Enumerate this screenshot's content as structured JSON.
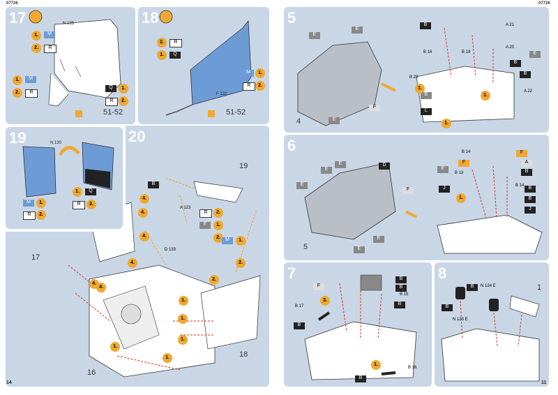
{
  "header": {
    "left_code": "07726",
    "right_code": "07726"
  },
  "pages": {
    "left": "14",
    "right": "11"
  },
  "steps": {
    "s17": {
      "number": "17",
      "callouts": [
        "1.",
        "M",
        "2.",
        "R",
        "1.",
        "M",
        "2.",
        "R",
        "Q",
        "1.",
        "R",
        "2."
      ],
      "part": "N 135",
      "ref": "51-52"
    },
    "s18": {
      "number": "18",
      "callouts": [
        "2.",
        "R",
        "1.",
        "Q",
        "M",
        "1.",
        "R",
        "2."
      ],
      "part": "F 132",
      "ref": "51-52"
    },
    "s19": {
      "number": "19",
      "callouts": [
        "M",
        "1.",
        "R",
        "2.",
        "1.",
        "Q",
        "R",
        "2."
      ],
      "part": "N 130"
    },
    "s20": {
      "number": "20",
      "callouts": [
        "B",
        "4.",
        "4.",
        "4.",
        "4.",
        "4.",
        "4.",
        "R",
        "2.",
        "F",
        "1.",
        "2.",
        "M",
        "1.",
        "2.",
        "2.",
        "1.",
        "1.",
        "1.",
        "1.",
        "1."
      ],
      "parts": [
        "A 123",
        "D 133"
      ],
      "labels": [
        "19",
        "17",
        "16",
        "18"
      ]
    },
    "s5": {
      "number": "5",
      "callouts": [
        "E",
        "E",
        "E",
        "F",
        "E",
        "B",
        "B",
        "B",
        "E",
        "L",
        "1.",
        "1.",
        "1."
      ],
      "parts": [
        "A 21",
        "A 20",
        "B 18",
        "B 19",
        "B 20",
        "A 22"
      ],
      "labels": [
        "4"
      ]
    },
    "s6": {
      "number": "6",
      "callouts": [
        "E",
        "E",
        "E",
        "D",
        "F",
        "E",
        "E",
        "F",
        "F",
        "A",
        "B",
        "E",
        "J",
        "B",
        "1.",
        "B",
        "J"
      ],
      "parts": [
        "B 14",
        "B 13",
        "B 14"
      ],
      "labels": [
        "5"
      ]
    },
    "s7": {
      "number": "7",
      "callouts": [
        "B",
        "F",
        "B",
        "3.",
        "B",
        "B",
        "1.",
        "B"
      ],
      "parts": [
        "B 17",
        "B 15",
        "B 16"
      ]
    },
    "s8": {
      "number": "8",
      "callouts": [
        "B",
        "B"
      ],
      "parts": [
        "N 124 E",
        "N 123 E"
      ],
      "labels": [
        "1"
      ]
    }
  },
  "colors": {
    "panel": "#c9d6e6",
    "accent_orange": "#f0a830",
    "red_arrow": "#d9341f",
    "part_blue": "#6d9bd6",
    "dark_flag": "#222222"
  }
}
